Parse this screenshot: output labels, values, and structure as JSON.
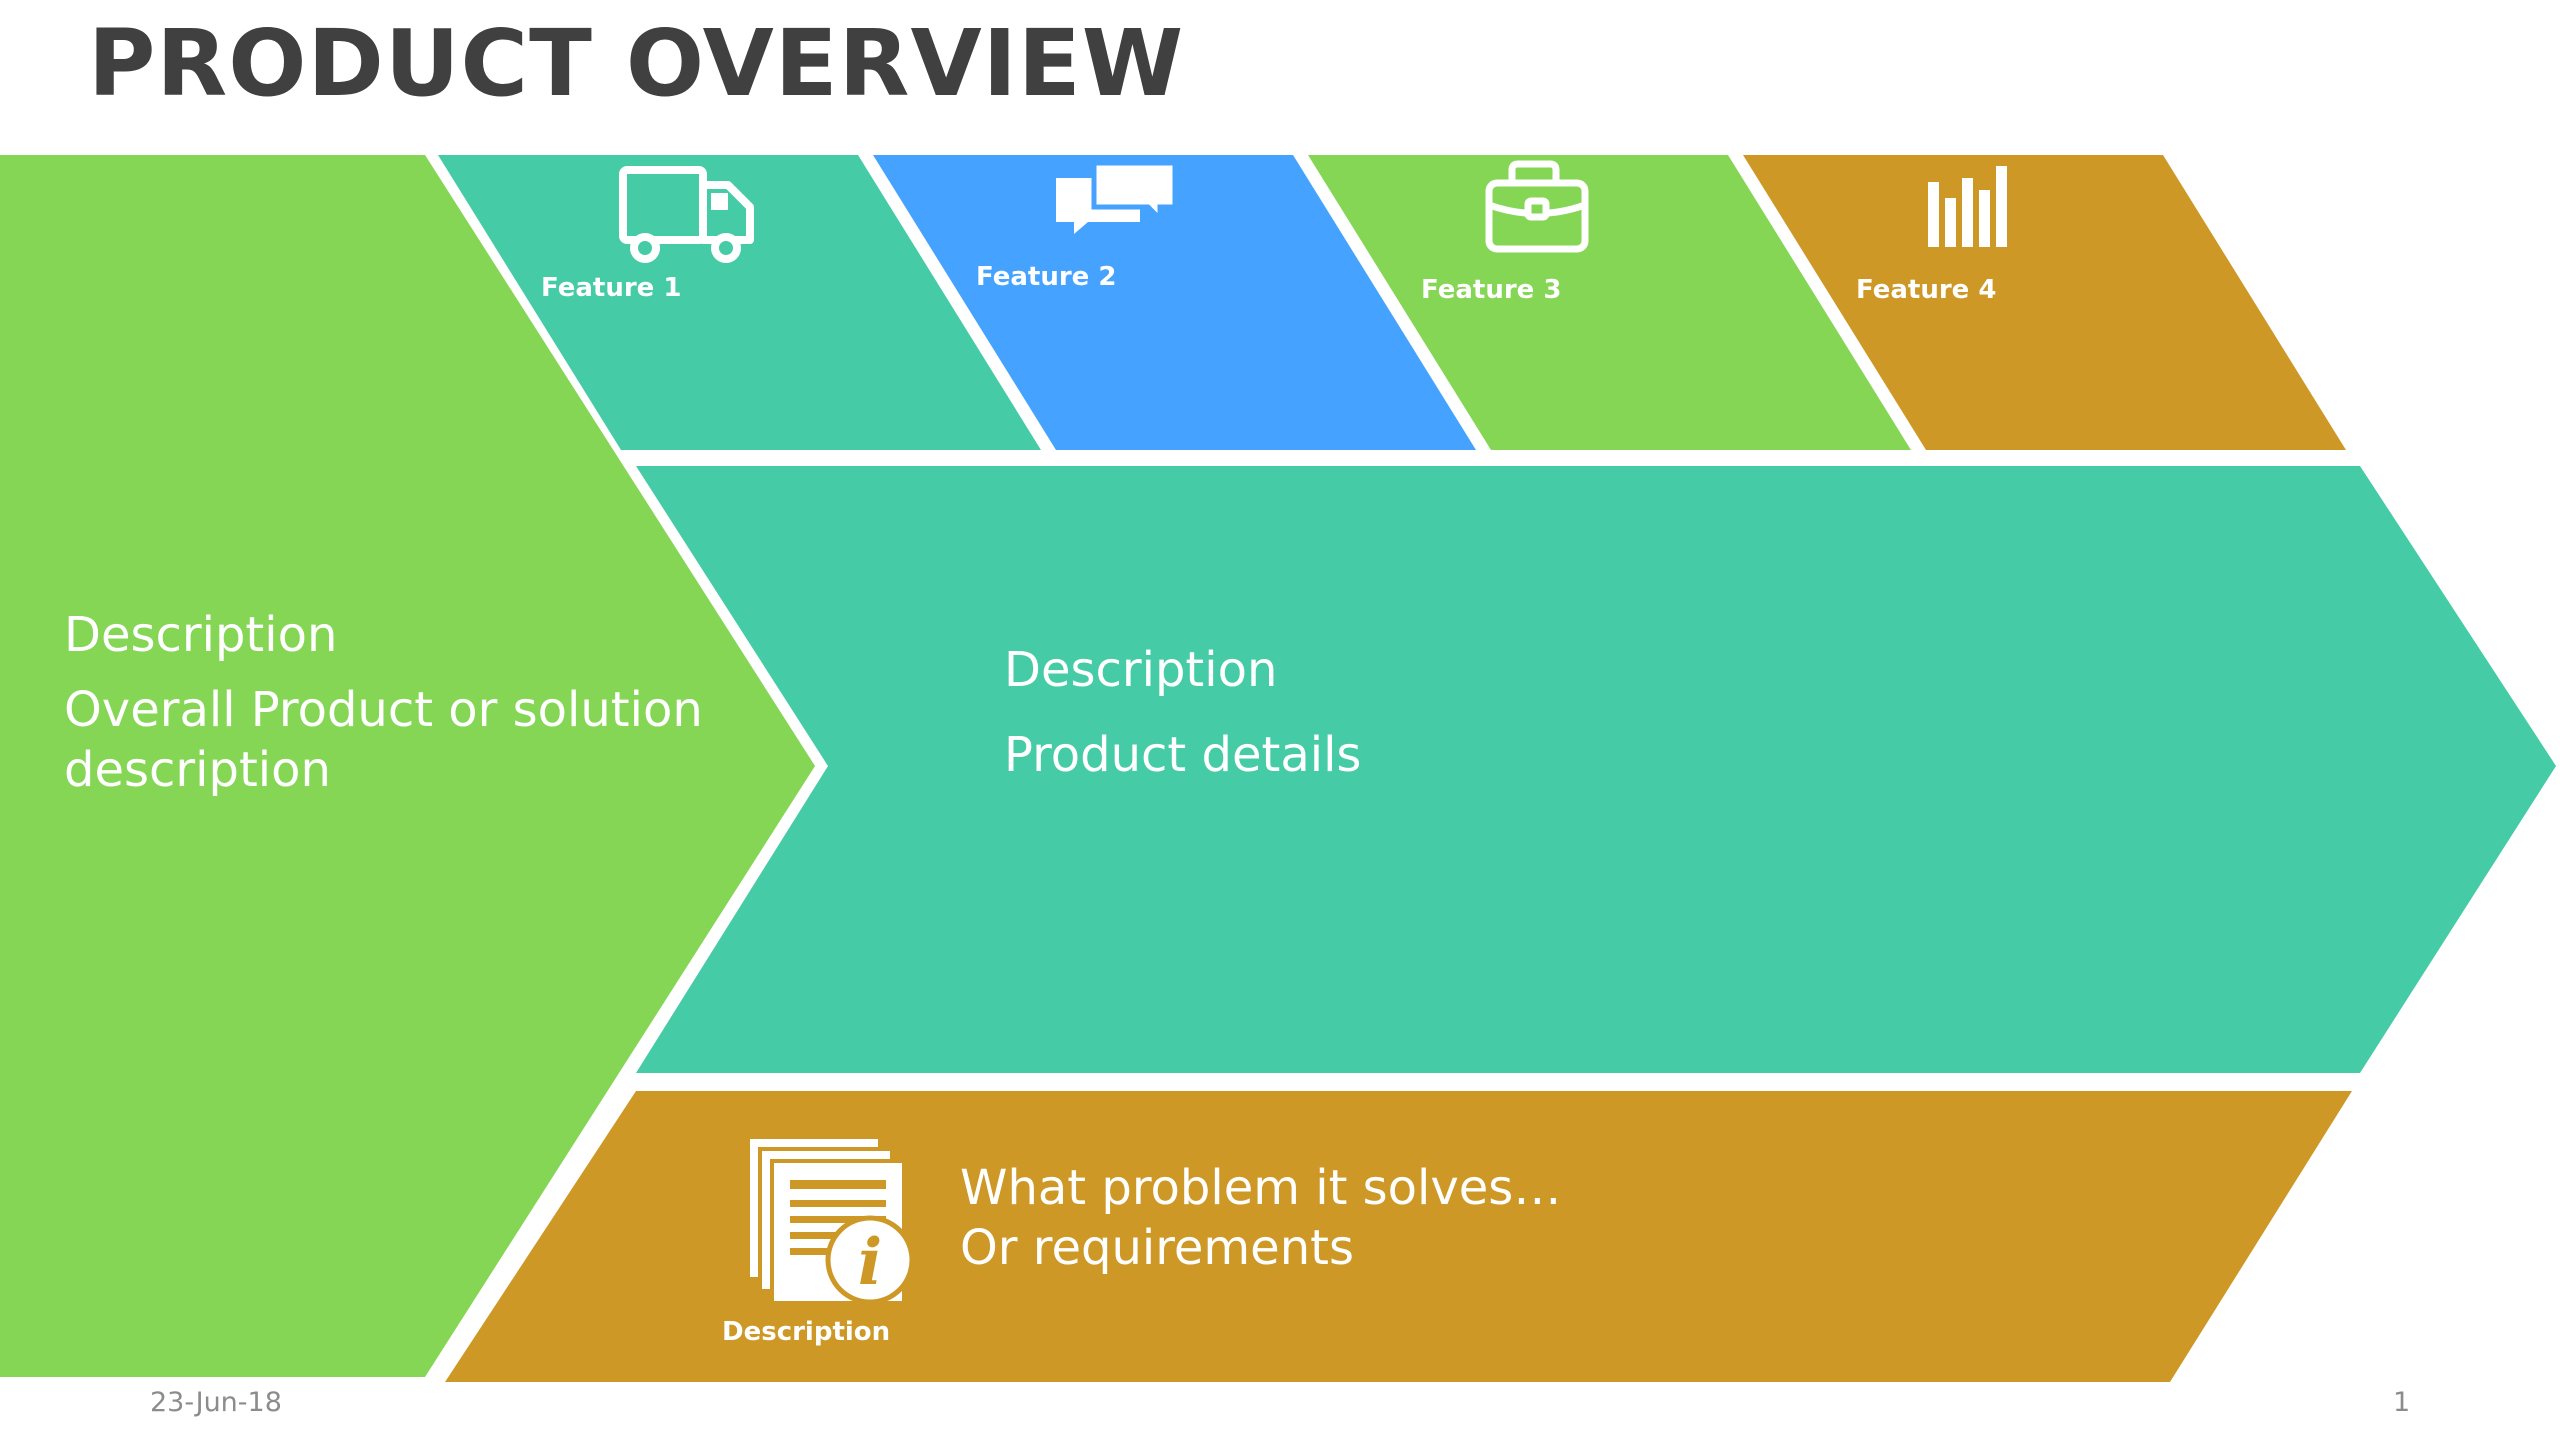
{
  "title": "PRODUCT OVERVIEW",
  "colors": {
    "green": "#84d654",
    "teal": "#45cba5",
    "blue": "#45a3ff",
    "gold": "#ce9826",
    "title": "#404040",
    "footer": "#8c8c8c"
  },
  "left_block": {
    "heading": "Description",
    "text_line1": "Overall Product or solution",
    "text_line2": "description"
  },
  "features": [
    {
      "label": "Feature 1",
      "icon": "truck-icon"
    },
    {
      "label": "Feature 2",
      "icon": "chat-bubbles-icon"
    },
    {
      "label": "Feature 3",
      "icon": "briefcase-icon"
    },
    {
      "label": "Feature 4",
      "icon": "bar-chart-icon"
    }
  ],
  "main_arrow": {
    "heading": "Description",
    "text": "Product details"
  },
  "bottom_band": {
    "icon": "document-info-icon",
    "icon_caption": "Description",
    "text_line1": "What problem it solves…",
    "text_line2": "Or requirements"
  },
  "footer": {
    "date": "23-Jun-18",
    "page": "1"
  }
}
